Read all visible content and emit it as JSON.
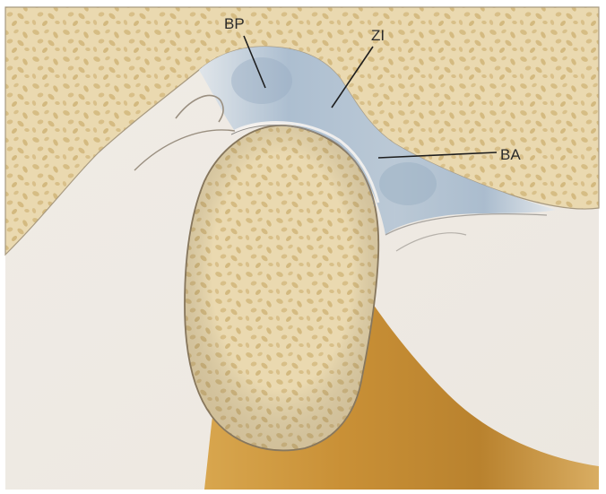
{
  "labels": {
    "bp": "BP",
    "zi": "ZI",
    "ba": "BA"
  },
  "colors": {
    "background_wall": "#f2efea",
    "bone_cortex": "#e8d7ad",
    "bone_trabecular": "#d8c08a",
    "bone_outline": "#8a7a60",
    "disc_blue": "#b3c3d3",
    "disc_blue_dark": "#9fb2c6",
    "ramus_gold": "#c8963c",
    "leader_line": "#1e1e1e"
  }
}
